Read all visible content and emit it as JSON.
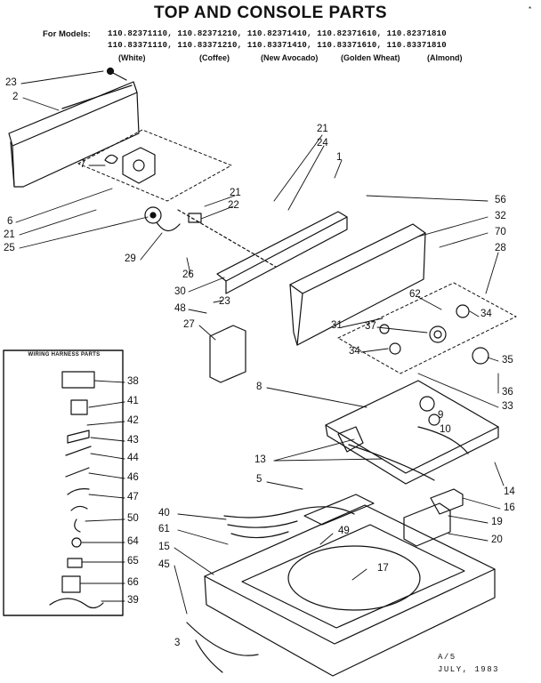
{
  "title": "TOP AND CONSOLE PARTS",
  "models_label": "For Models:",
  "model_rows": [
    "110.82371110, 110.82371210, 110.82371410, 110.82371610, 110.82371810",
    "110.83371110, 110.83371210, 110.83371410, 110.83371610, 110.83371810"
  ],
  "color_names": [
    "(White)",
    "(Coffee)",
    "(New Avocado)",
    "(Golden Wheat)",
    "(Almond)"
  ],
  "wiring_harness_title": "WIRING HARNESS PARTS",
  "callouts": [
    "23",
    "2",
    "7",
    "6",
    "21",
    "25",
    "29",
    "26",
    "30",
    "48",
    "27",
    "21",
    "22",
    "21",
    "24",
    "1",
    "56",
    "32",
    "70",
    "28",
    "62",
    "34",
    "31",
    "37",
    "34",
    "35",
    "36",
    "33",
    "23",
    "8",
    "9",
    "10",
    "13",
    "14",
    "16",
    "19",
    "20",
    "5",
    "40",
    "61",
    "49",
    "15",
    "45",
    "17",
    "3",
    "38",
    "41",
    "42",
    "43",
    "44",
    "46",
    "47",
    "50",
    "64",
    "65",
    "66",
    "39"
  ],
  "footnote": [
    "A/5",
    "JULY, 1983"
  ],
  "mark": "*"
}
